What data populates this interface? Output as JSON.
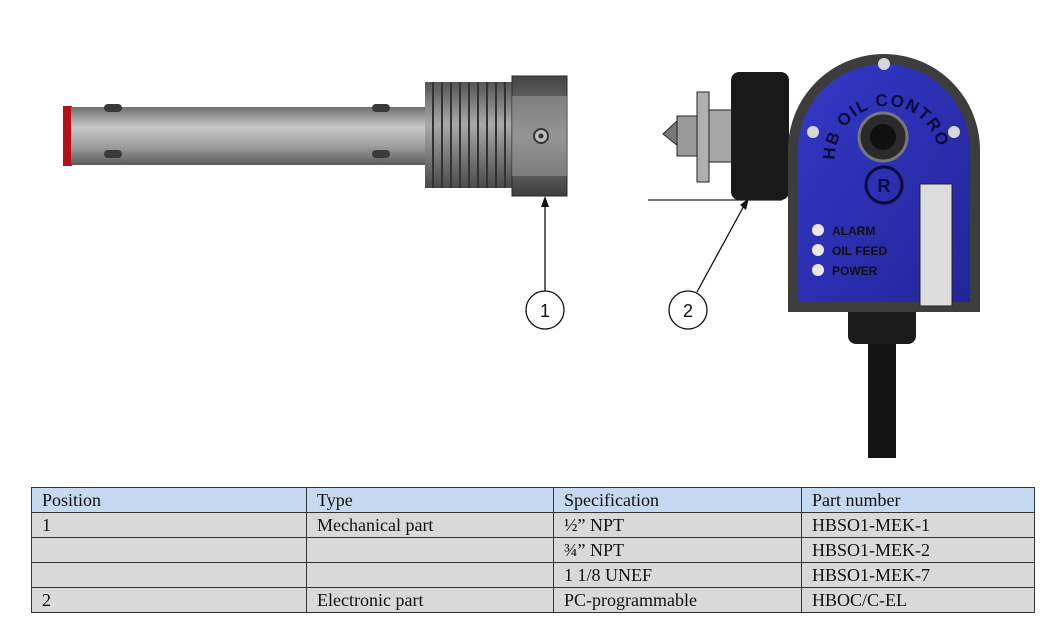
{
  "figure": {
    "callouts": [
      "1",
      "2"
    ],
    "device_face": {
      "brand_text": "HB OIL CONTROL",
      "logo_mark": "R",
      "leds": [
        "ALARM",
        "OIL FEED",
        "POWER"
      ]
    },
    "colors": {
      "housing_blue": "#2b2fb0",
      "housing_border": "#4a4a4a",
      "sensor_tip_red": "#b3101a",
      "metal_grey": "#9e9e9e"
    }
  },
  "table": {
    "headers": [
      "Position",
      "Type",
      "Specification",
      "Part number"
    ],
    "rows": [
      [
        "1",
        "Mechanical part",
        "½” NPT",
        "HBSO1-MEK-1"
      ],
      [
        "",
        "",
        "¾” NPT",
        "HBSO1-MEK-2"
      ],
      [
        "",
        "",
        "1 1/8 UNEF",
        "HBSO1-MEK-7"
      ],
      [
        "2",
        "Electronic part",
        "PC-programmable",
        "HBOC/C-EL"
      ]
    ]
  }
}
